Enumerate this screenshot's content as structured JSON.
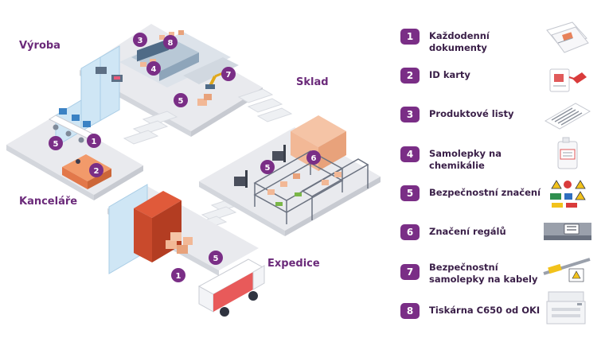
{
  "zones": {
    "vyroba": "Výroba",
    "sklad": "Sklad",
    "kancelare": "Kanceláře",
    "expedice": "Expedice"
  },
  "markers": {
    "m_vyroba_3": "3",
    "m_vyroba_8": "8",
    "m_vyroba_4": "4",
    "m_vyroba_7": "7",
    "m_vyroba_5": "5",
    "m_office_5": "5",
    "m_office_1": "1",
    "m_office_2": "2",
    "m_sklad_6": "6",
    "m_sklad_5": "5",
    "m_exped_5": "5",
    "m_exped_1": "1"
  },
  "legend": [
    {
      "number": "1",
      "label": "Každodenní dokumenty",
      "icon": "documents-icon"
    },
    {
      "number": "2",
      "label": "ID karty",
      "icon": "id-card-icon"
    },
    {
      "number": "3",
      "label": "Produktové listy",
      "icon": "product-sheets-icon"
    },
    {
      "number": "4",
      "label": "Samolepky na chemikálie",
      "icon": "chemical-canister-icon"
    },
    {
      "number": "5",
      "label": "Bezpečnostní značení",
      "icon": "safety-signs-icon"
    },
    {
      "number": "6",
      "label": "Značení regálů",
      "icon": "shelf-label-icon"
    },
    {
      "number": "7",
      "label": "Bezpečnostní samolepky na kabely",
      "icon": "cable-labels-icon"
    },
    {
      "number": "8",
      "label": "Tiskárna C650 od OKI",
      "icon": "printer-icon"
    }
  ],
  "colors": {
    "accent": "#7a2e86",
    "label_text": "#6b2a7a",
    "box": "#f2b896",
    "shelf": "#6b7280",
    "floor": "#e9eaee"
  }
}
